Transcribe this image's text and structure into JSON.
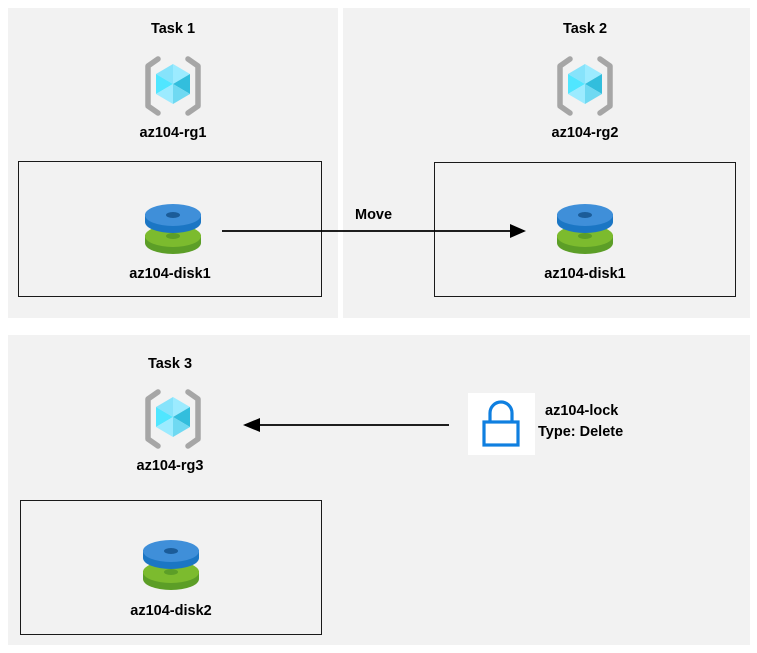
{
  "diagram": {
    "background_color": "#ffffff",
    "panel_color": "#f2f2f2",
    "line_color": "#1a1a1a",
    "accent_cube_color": "#50e6ff",
    "accent_bracket_color": "#a6a6a6",
    "disk_blue": "#3f8fd9",
    "disk_green": "#78b833",
    "lock_stroke": "#0f7fe0"
  },
  "panels": [
    {
      "id": "task1",
      "title": "Task 1",
      "resource_group": "az104-rg1",
      "resource": "az104-disk1"
    },
    {
      "id": "task2",
      "title": "Task 2",
      "resource_group": "az104-rg2",
      "resource": "az104-disk1"
    },
    {
      "id": "task3",
      "title": "Task 3",
      "resource_group": "az104-rg3",
      "resource": "az104-disk2"
    }
  ],
  "connectors": {
    "move": {
      "label": "Move",
      "direction": "right"
    },
    "lock_apply": {
      "label": "",
      "direction": "left"
    }
  },
  "lock": {
    "name": "az104-lock",
    "type_line": "Type: Delete"
  },
  "icons": {
    "resource_group": "resource-group-cube-icon",
    "disk": "managed-disk-icon",
    "lock": "padlock-icon"
  }
}
